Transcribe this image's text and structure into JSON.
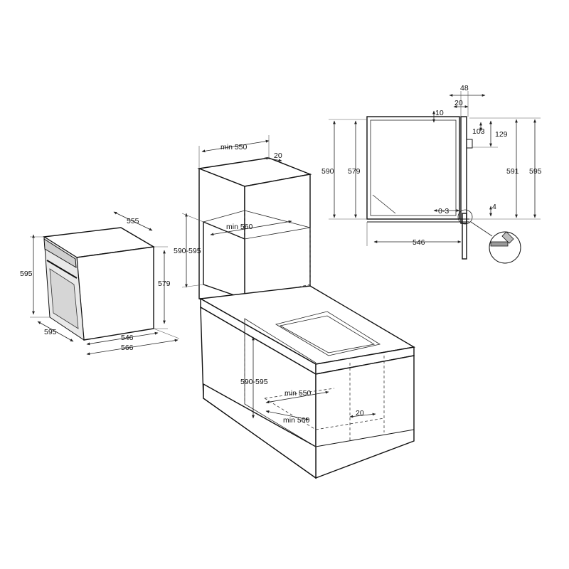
{
  "oven_view": {
    "width_front": "595",
    "height_left": "595",
    "depth_top": "555",
    "height_right": "579",
    "depth_546": "546",
    "depth_566": "566"
  },
  "column_install": {
    "min_width": "min 550",
    "top_20": "20",
    "min_depth": "min 560",
    "niche_height": "590-595"
  },
  "counter_install": {
    "niche_height": "590-595",
    "min_width": "min 550",
    "min_depth": "min 560",
    "back_20": "20"
  },
  "side_section": {
    "d48": "48",
    "d20": "20",
    "d10": "10",
    "d103": "103",
    "d129": "129",
    "h590": "590",
    "h579": "579",
    "h591": "591",
    "h595": "595",
    "gap": "0-3",
    "d4": "4",
    "depth": "546"
  }
}
